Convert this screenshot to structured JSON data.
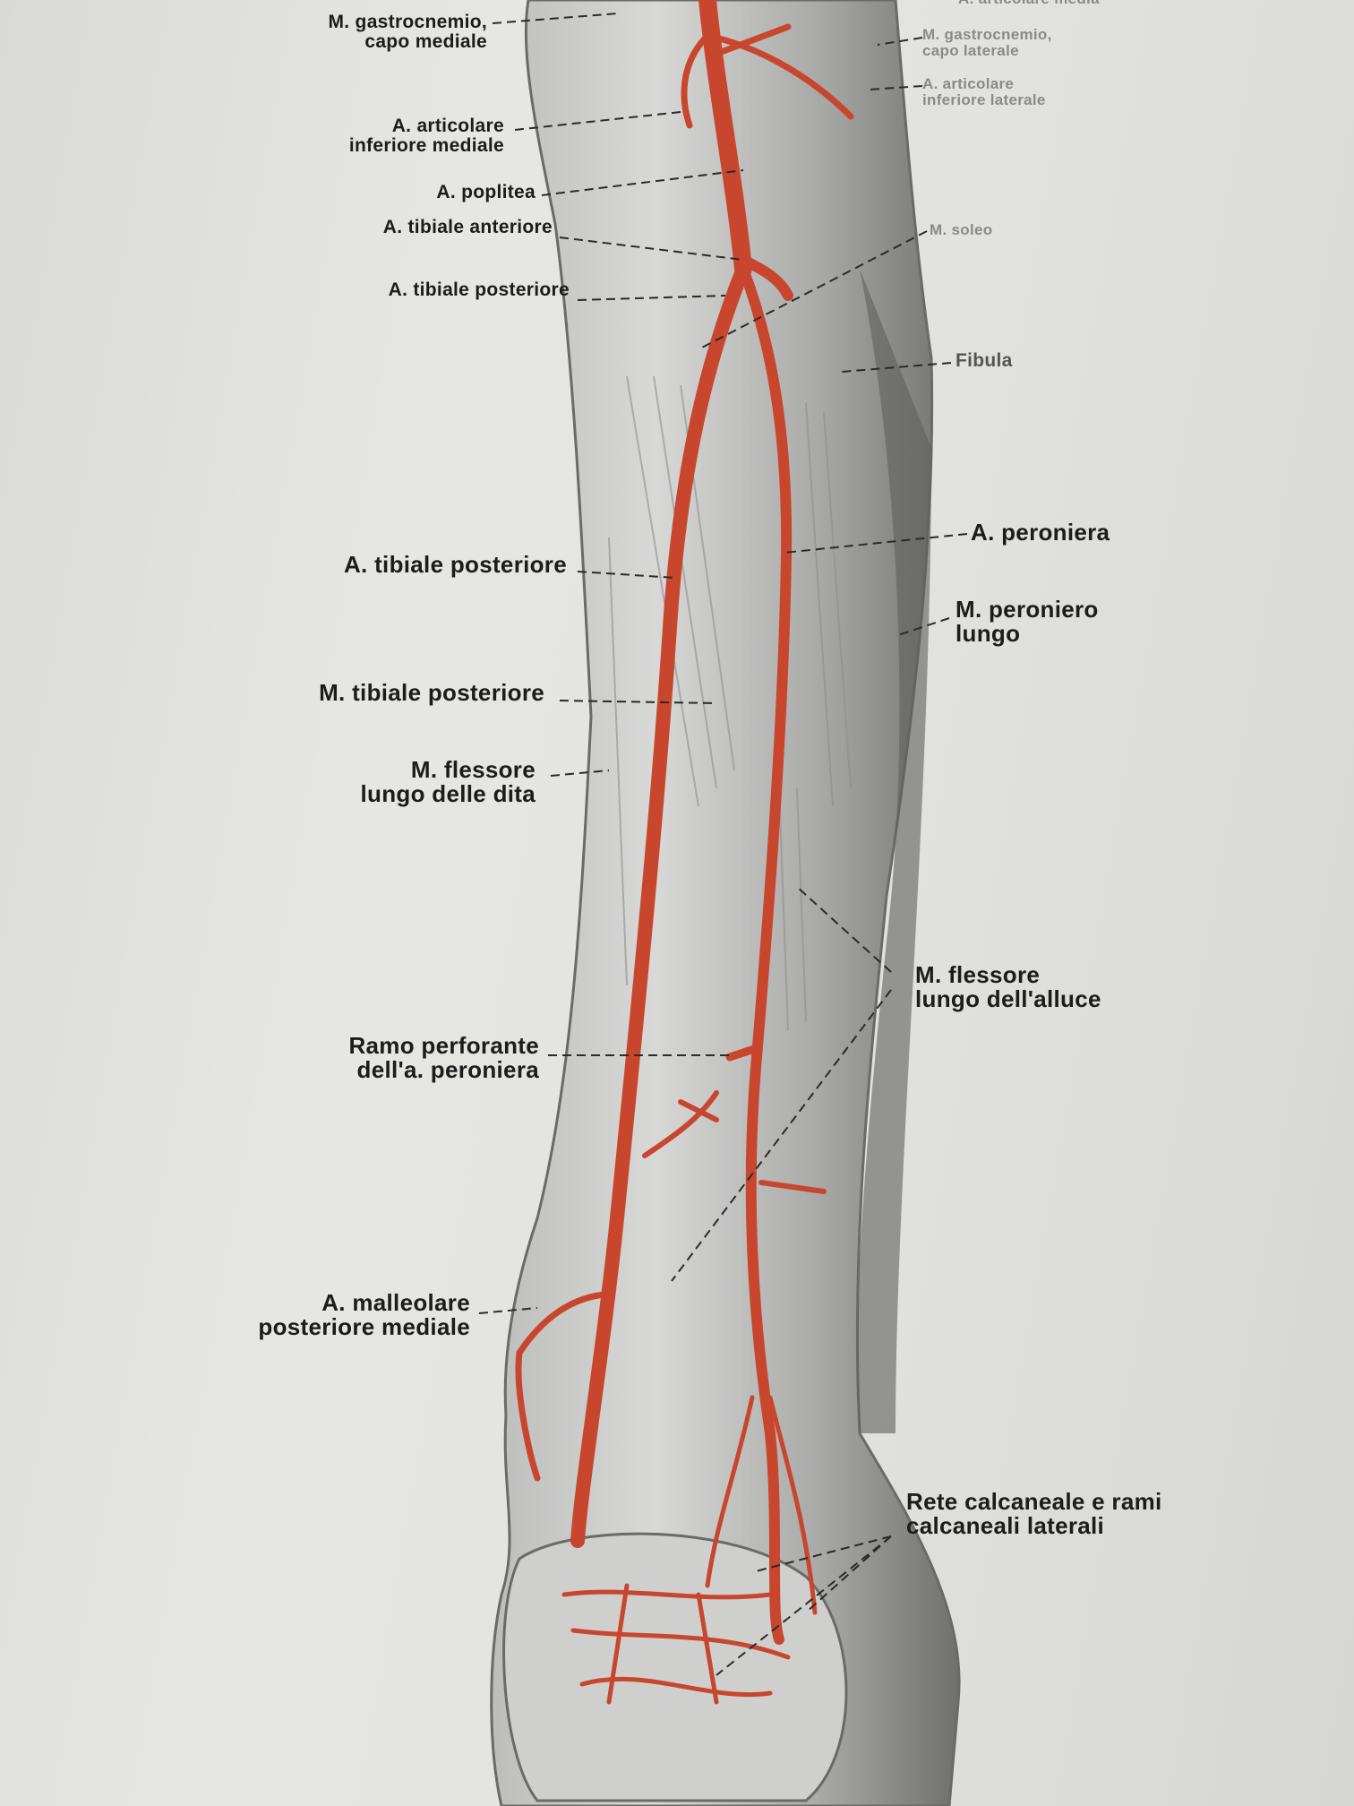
{
  "figure": {
    "colors": {
      "artery": "#c8462e",
      "muscle": "#9a9a98",
      "paper": "#e3e3e0"
    },
    "labels_left": [
      {
        "id": "gastrocnemio-mediale",
        "lines": [
          "M. gastrocnemio,",
          "capo mediale"
        ]
      },
      {
        "id": "articolare-inferiore-mediale",
        "lines": [
          "A. articolare",
          "inferiore mediale"
        ]
      },
      {
        "id": "poplitea",
        "lines": [
          "A. poplitea"
        ]
      },
      {
        "id": "tibiale-anteriore",
        "lines": [
          "A. tibiale anteriore"
        ]
      },
      {
        "id": "tibiale-posteriore-top",
        "lines": [
          "A. tibiale posteriore"
        ]
      },
      {
        "id": "tibiale-posteriore-artery",
        "lines": [
          "A. tibiale posteriore"
        ]
      },
      {
        "id": "m-tibiale-posteriore",
        "lines": [
          "M. tibiale posteriore"
        ]
      },
      {
        "id": "flessore-lungo-dita",
        "lines": [
          "M. flessore",
          "lungo delle dita"
        ]
      },
      {
        "id": "ramo-perforante",
        "lines": [
          "Ramo perforante",
          "dell'a. peroniera"
        ]
      },
      {
        "id": "malleolare-posteriore-mediale",
        "lines": [
          "A. malleolare",
          "posteriore mediale"
        ]
      }
    ],
    "labels_right": [
      {
        "id": "articolare-media",
        "lines": [
          "A. articolare media"
        ]
      },
      {
        "id": "gastrocnemio-laterale",
        "lines": [
          "M. gastrocnemio,",
          "capo laterale"
        ]
      },
      {
        "id": "articolare-inferiore-laterale",
        "lines": [
          "A. articolare",
          "inferiore laterale"
        ]
      },
      {
        "id": "soleo",
        "lines": [
          "M. soleo"
        ]
      },
      {
        "id": "fibula",
        "lines": [
          "Fibula"
        ]
      },
      {
        "id": "peroniera",
        "lines": [
          "A. peroniera"
        ]
      },
      {
        "id": "peroniero-lungo",
        "lines": [
          "M. peroniero",
          "lungo"
        ]
      },
      {
        "id": "flessore-lungo-alluce",
        "lines": [
          "M. flessore",
          "lungo dell'alluce"
        ]
      },
      {
        "id": "rete-calcaneale",
        "lines": [
          "Rete calcaneale e rami",
          "calcaneali laterali"
        ]
      }
    ]
  }
}
